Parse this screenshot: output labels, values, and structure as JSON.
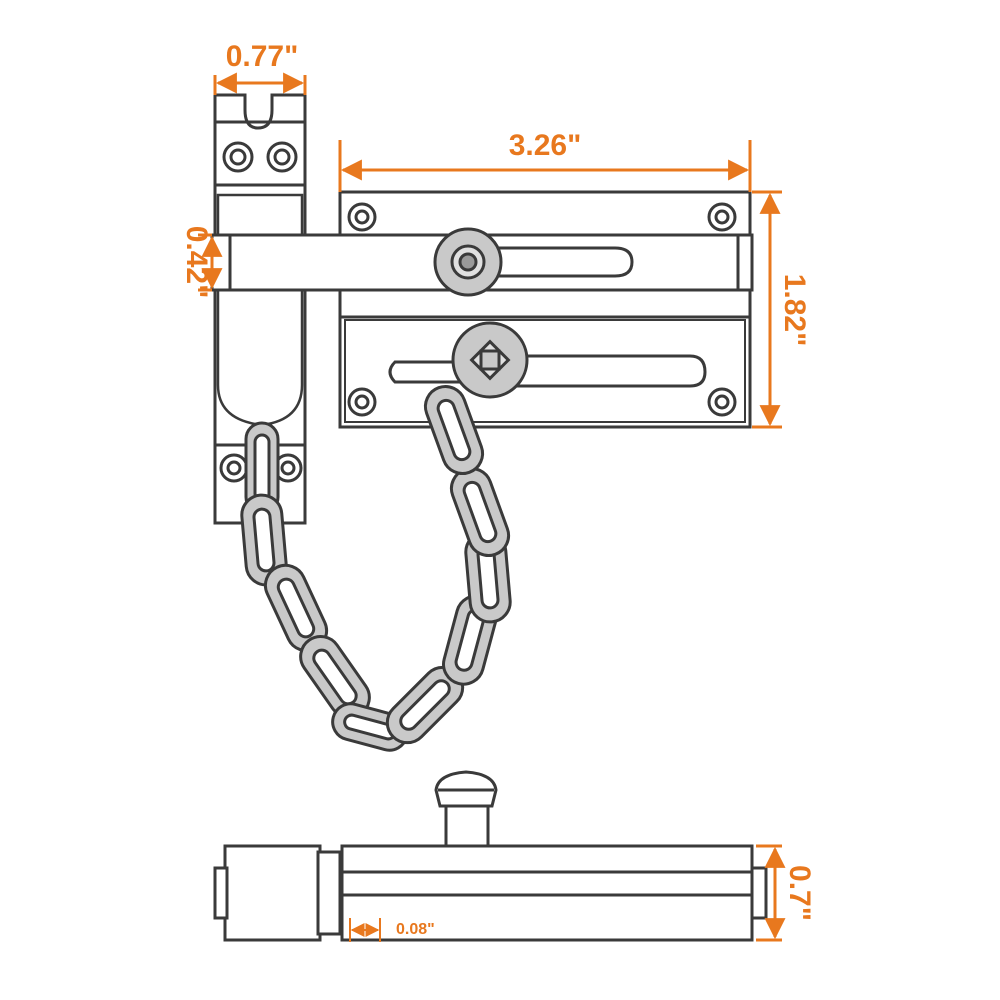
{
  "colors": {
    "outline": "#3a3a3a",
    "accent": "#e8781e",
    "metal_fill": "#c9c9c9",
    "background": "#ffffff"
  },
  "dimensions": {
    "guard_plate_width": "0.77\"",
    "bolt_plate_width": "3.26\"",
    "bolt_height": "0.42\"",
    "bolt_plate_height": "1.82\"",
    "side_thickness": "0.7\"",
    "plate_thickness": "0.08\""
  }
}
